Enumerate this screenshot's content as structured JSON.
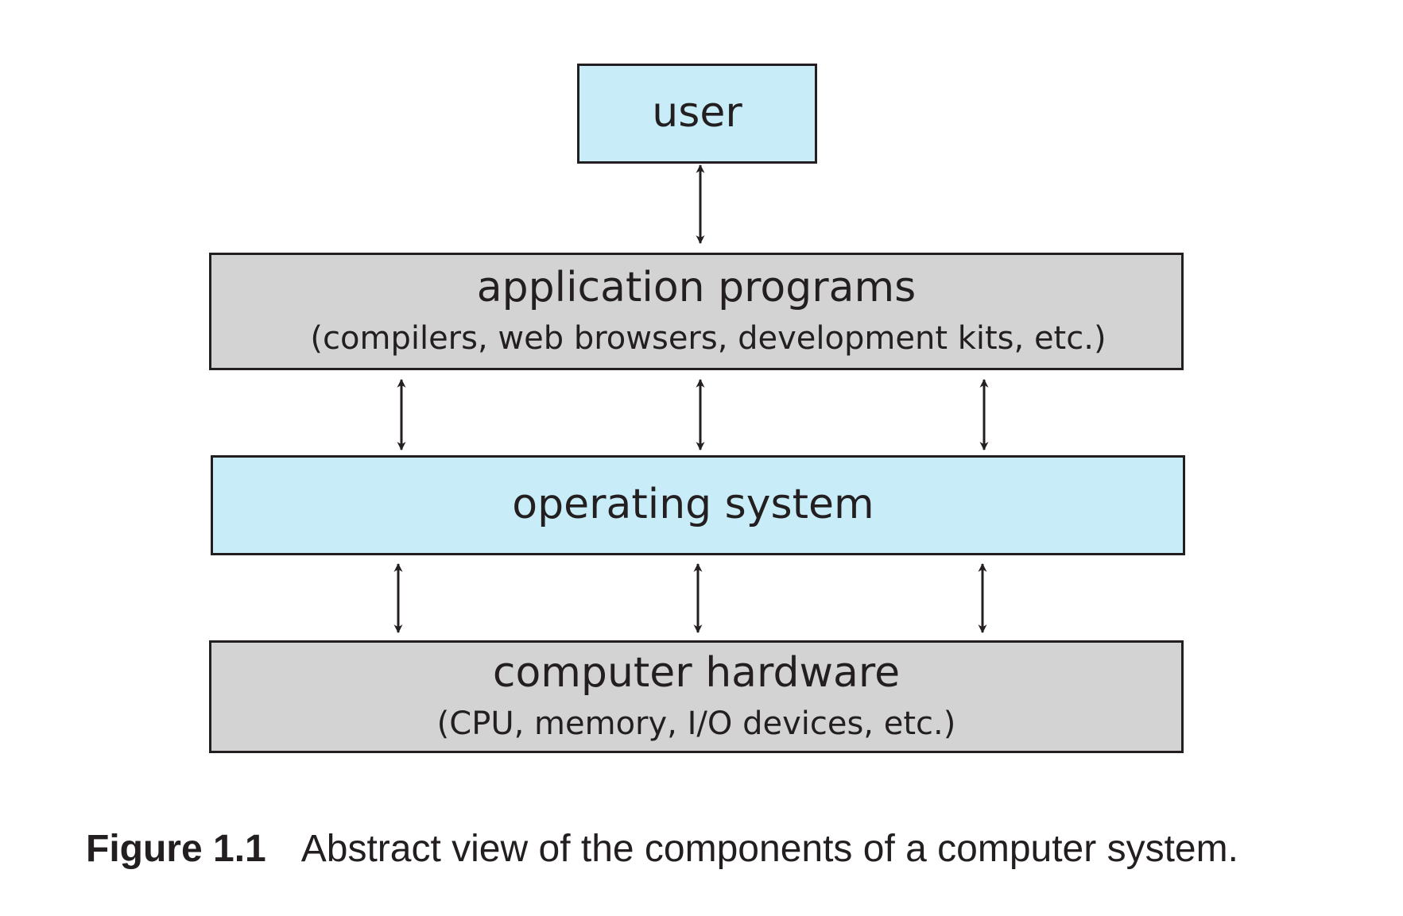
{
  "boxes": {
    "user": {
      "title": "user",
      "color": "#c9edf8"
    },
    "applications": {
      "title": "application programs",
      "subtitle": "(compilers, web browsers, development kits, etc.)",
      "color": "#d3d3d3"
    },
    "os": {
      "title": "operating system",
      "color": "#c9edf8"
    },
    "hardware": {
      "title": "computer hardware",
      "subtitle": "(CPU, memory, I/O devices, etc.)",
      "color": "#d3d3d3"
    }
  },
  "connections": [
    {
      "from": "user",
      "to": "applications",
      "type": "bidirectional",
      "count": 1
    },
    {
      "from": "applications",
      "to": "os",
      "type": "bidirectional",
      "count": 3
    },
    {
      "from": "os",
      "to": "hardware",
      "type": "bidirectional",
      "count": 3
    }
  ],
  "caption": {
    "label": "Figure 1.1",
    "text": "Abstract view of the components of a computer system."
  },
  "colors": {
    "stroke": "#231f20",
    "blue_box": "#c9edf8",
    "gray_box": "#d3d3d3"
  }
}
